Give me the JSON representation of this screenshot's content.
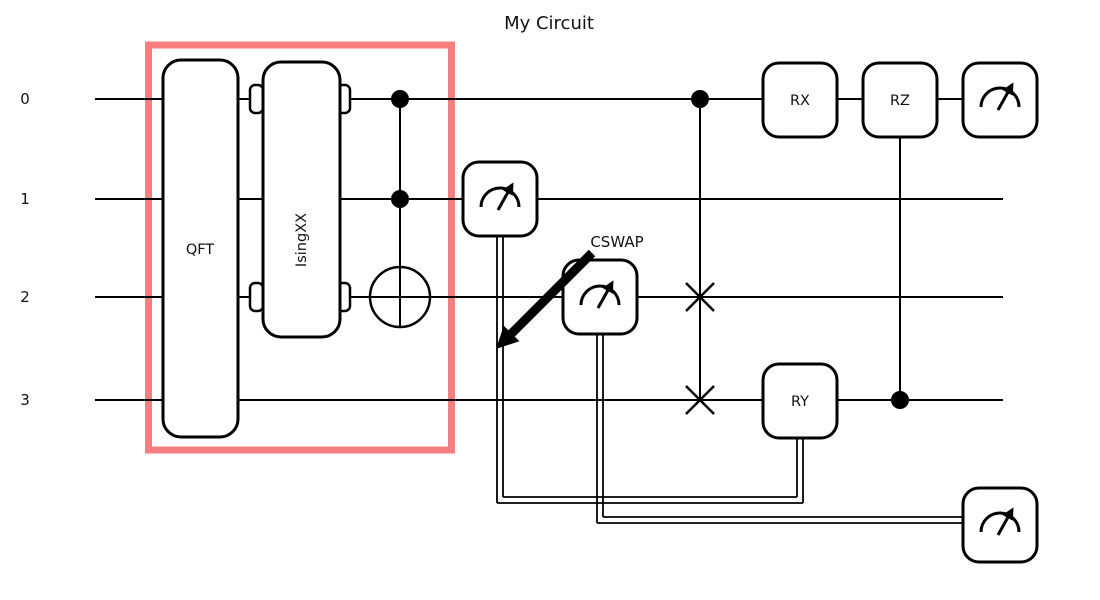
{
  "figure": {
    "title": "My Circuit"
  },
  "wires": {
    "labels": [
      "0",
      "1",
      "2",
      "3"
    ]
  },
  "gates": {
    "qft": {
      "label": "QFT"
    },
    "isingxx": {
      "label": "IsingXX"
    },
    "rx": {
      "label": "RX"
    },
    "ry": {
      "label": "RY"
    },
    "rz": {
      "label": "RZ"
    }
  },
  "annotations": {
    "cswap": {
      "label": "CSWAP"
    }
  },
  "icons": {
    "measurement": "meter-gauge-icon",
    "control": "control-dot-icon",
    "target": "cnot-target-icon",
    "swap": "swap-cross-icon"
  },
  "colors": {
    "highlight_border": "#f57e7e",
    "wire": "#000000",
    "gate_fill": "#ffffff",
    "background": "#ffffff"
  }
}
